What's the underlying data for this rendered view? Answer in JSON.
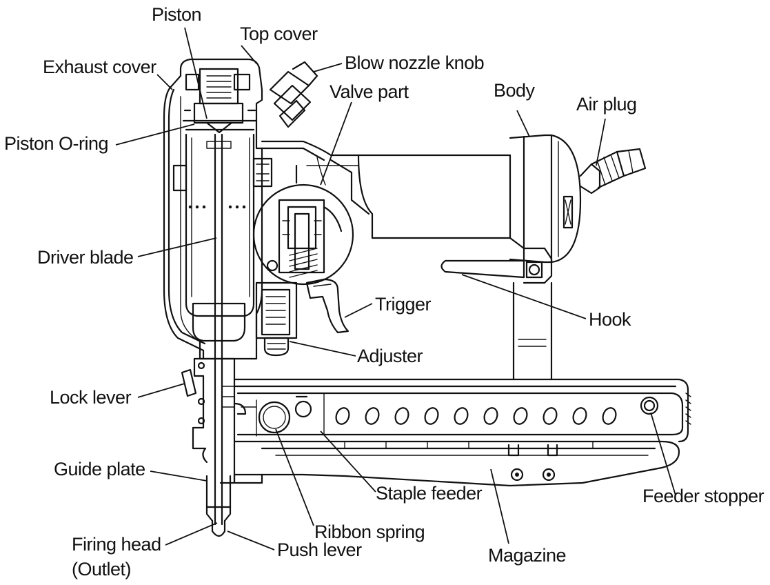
{
  "labels": {
    "piston": "Piston",
    "top_cover": "Top cover",
    "exhaust_cover": "Exhaust cover",
    "blow_nozzle_knob": "Blow nozzle knob",
    "valve_part": "Valve part",
    "body": "Body",
    "air_plug": "Air plug",
    "piston_oring": "Piston O-ring",
    "driver_blade": "Driver blade",
    "trigger": "Trigger",
    "hook": "Hook",
    "adjuster": "Adjuster",
    "lock_lever": "Lock lever",
    "guide_plate": "Guide plate",
    "staple_feeder": "Staple feeder",
    "feeder_stopper": "Feeder stopper",
    "ribbon_spring": "Ribbon spring",
    "firing_head": "Firing head",
    "outlet": "(Outlet)",
    "push_lever": "Push lever",
    "magazine": "Magazine"
  }
}
